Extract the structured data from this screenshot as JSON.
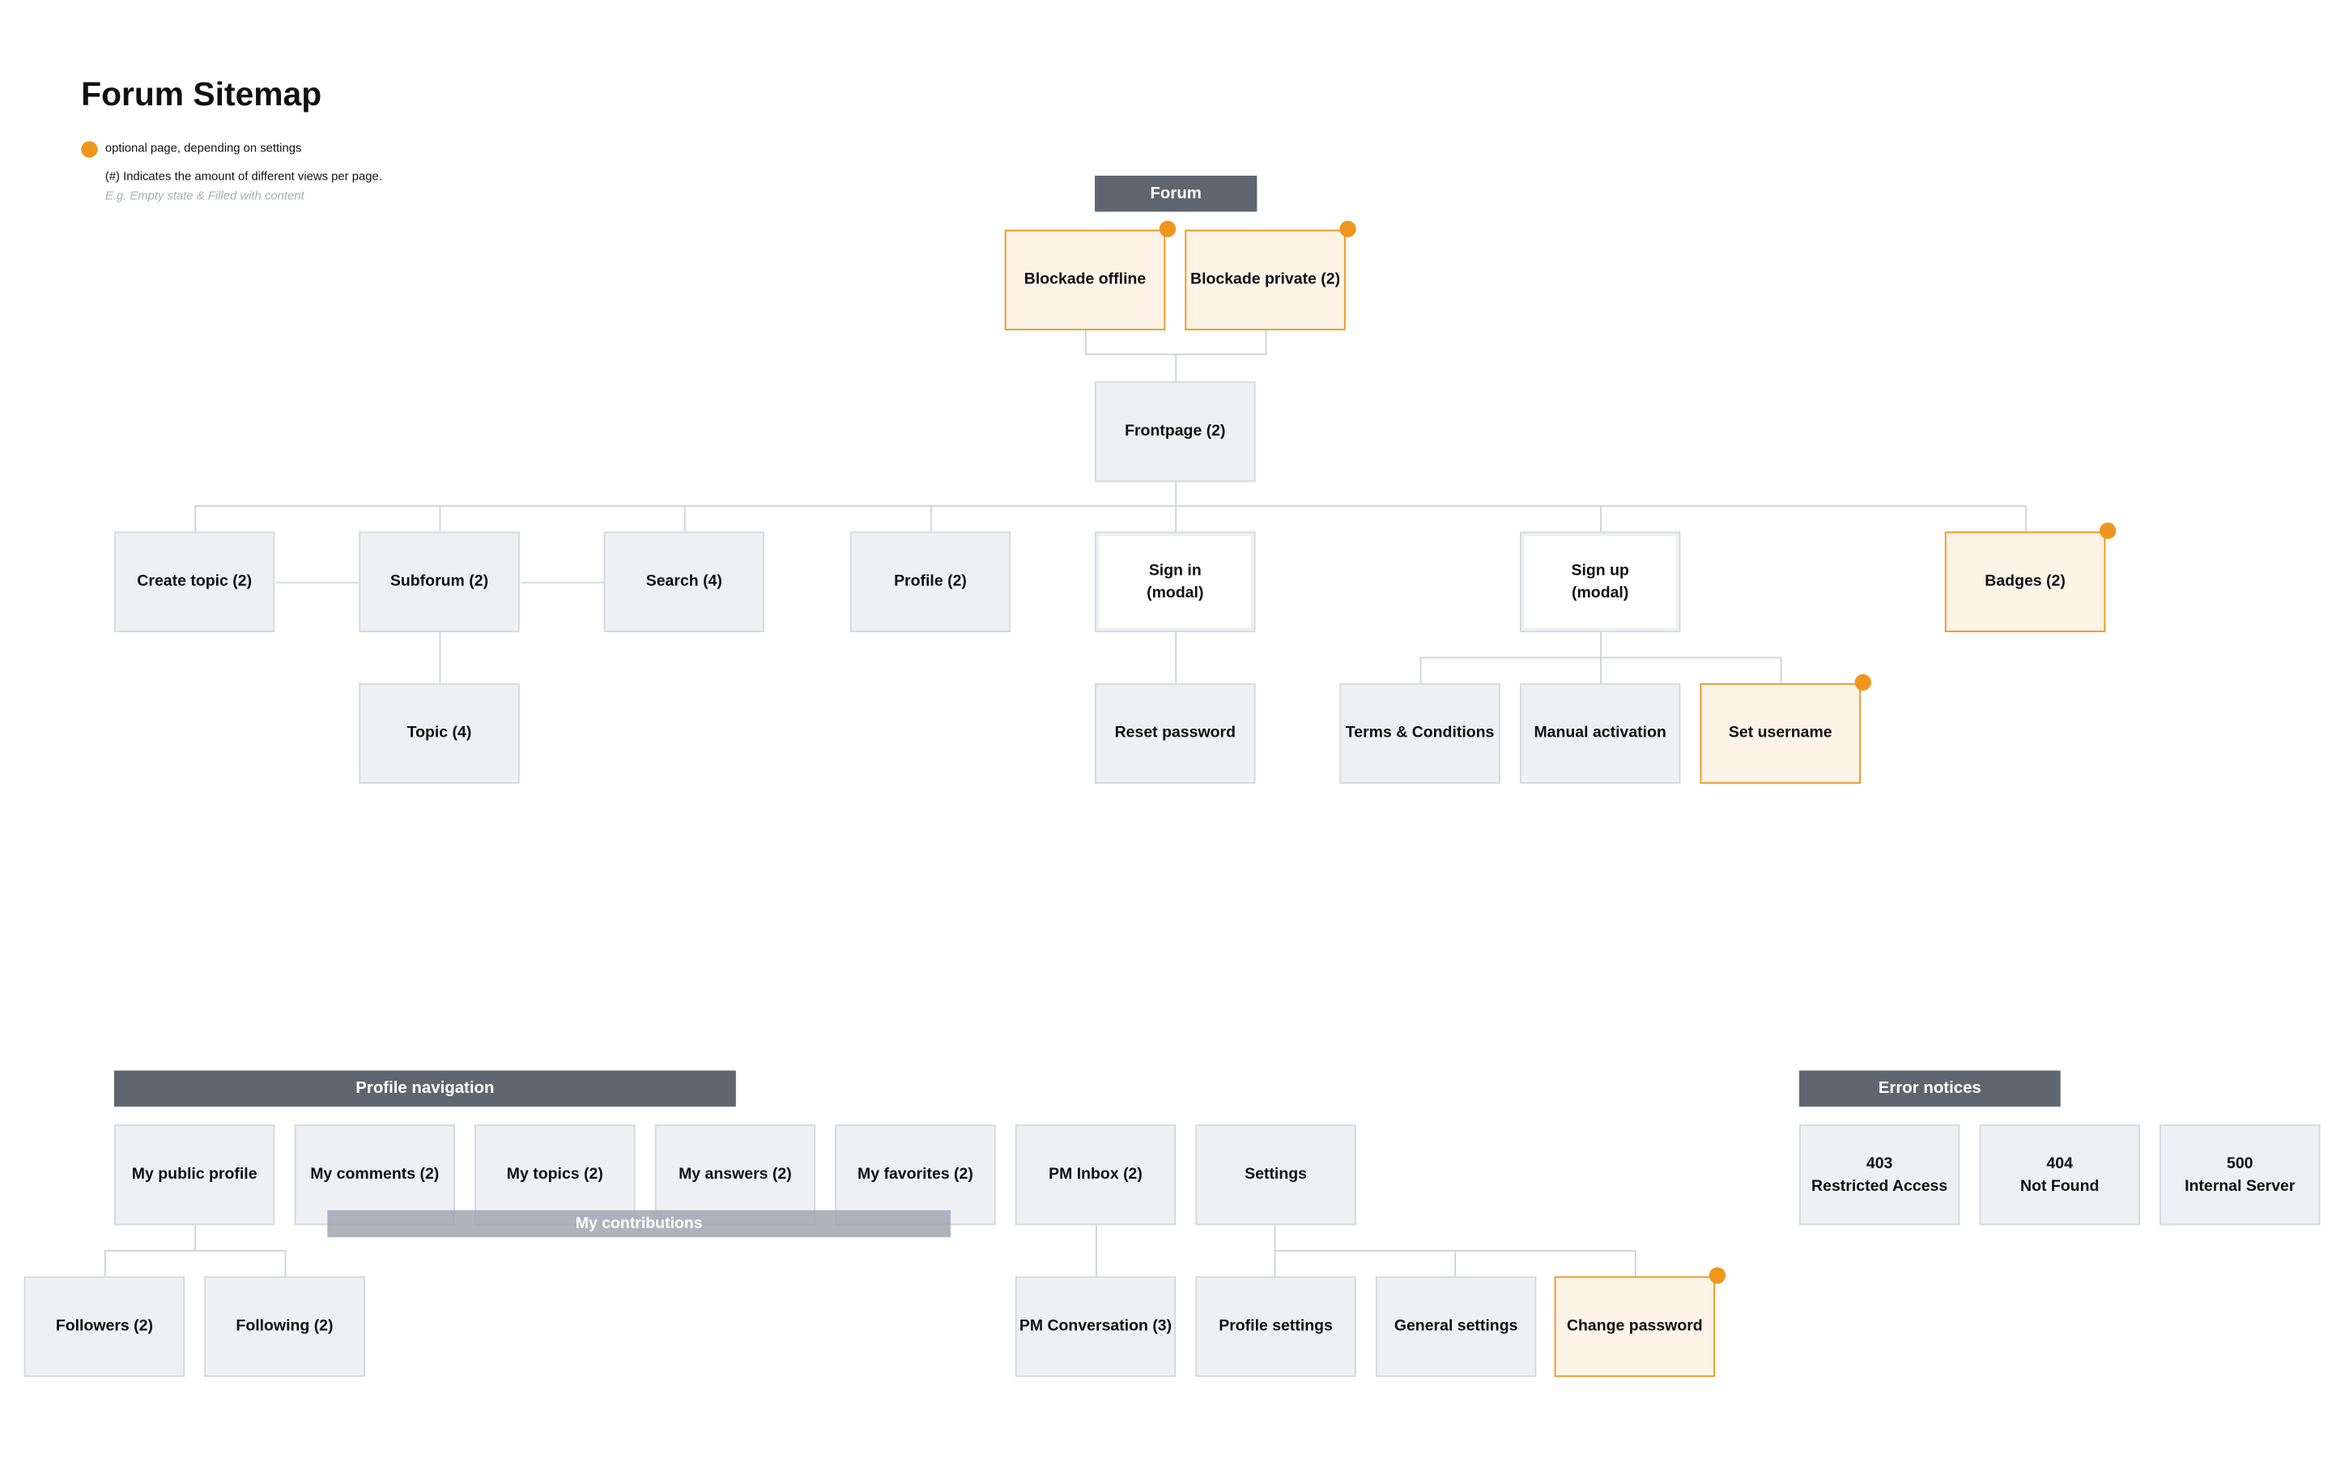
{
  "title": "Forum Sitemap",
  "legend": {
    "optional": "optional page, depending on settings",
    "views_note": "(#) Indicates the amount of different views per page.",
    "example": "E.g. Empty state & Filled with content"
  },
  "colors": {
    "optional_orange": "#f0961e",
    "header_gray": "#5f6670",
    "box_fill": "#eef0f3"
  },
  "headers": {
    "forum": "Forum",
    "profile_navigation": "Profile navigation",
    "error_notices": "Error notices"
  },
  "contributions_label": "My contributions",
  "pages": {
    "blockade_offline": "Blockade offline",
    "blockade_private": "Blockade private (2)",
    "frontpage": "Frontpage (2)",
    "create_topic": "Create topic (2)",
    "subforum": "Subforum (2)",
    "search": "Search (4)",
    "profile": "Profile (2)",
    "sign_in": "Sign in\n(modal)",
    "sign_up": "Sign up\n(modal)",
    "badges": "Badges (2)",
    "topic": "Topic (4)",
    "reset_password": "Reset password",
    "terms": "Terms & Conditions",
    "manual_activation": "Manual activation",
    "set_username": "Set username",
    "my_public_profile": "My public profile",
    "my_comments": "My comments (2)",
    "my_topics": "My topics (2)",
    "my_answers": "My answers (2)",
    "my_favorites": "My favorites (2)",
    "pm_inbox": "PM Inbox (2)",
    "settings": "Settings",
    "followers": "Followers (2)",
    "following": "Following (2)",
    "pm_conversation": "PM Conversation (3)",
    "profile_settings": "Profile settings",
    "general_settings": "General settings",
    "change_password": "Change password",
    "error_403": "403\nRestricted Access",
    "error_404": "404\nNot Found",
    "error_500": "500\nInternal Server"
  }
}
